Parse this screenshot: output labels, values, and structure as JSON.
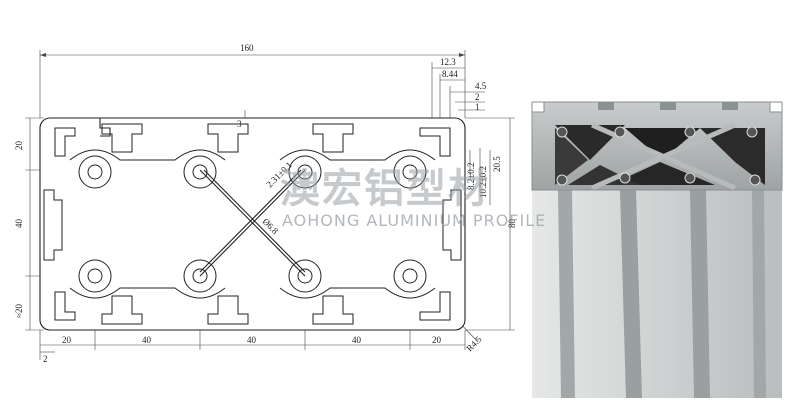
{
  "dimensions": {
    "overall_width": "160",
    "top_12_3": "12.3",
    "top_8_44": "8.44",
    "top_4_5": "4.5",
    "top_2": "2",
    "top_1": "1",
    "wall_3": "3",
    "left_20": "20",
    "left_40": "40",
    "left_20_low": "≈20",
    "bottom_2": "2",
    "bottom_20_a": "20",
    "bottom_40_a": "40",
    "bottom_40_b": "40",
    "bottom_40_c": "40",
    "bottom_20_b": "20",
    "diag_thickness": "2.31±0.1",
    "diag_hole": "Ø6.8",
    "v_8_2": "8.2±0.2",
    "v_10_2": "10.2±0.2",
    "v_20_5": "20.5",
    "v_80": "80",
    "corner_radius": "R4.5"
  },
  "watermark": {
    "cn": "澳宏铝型材",
    "en": "AOHONG ALUMINIUM PROFILE"
  },
  "colors": {
    "line": "#222222",
    "watermark": "#9aa0a6",
    "metal_light": "#d6d8d8",
    "metal_dark": "#7d8283",
    "channel_dark": "#2a2a2a"
  }
}
